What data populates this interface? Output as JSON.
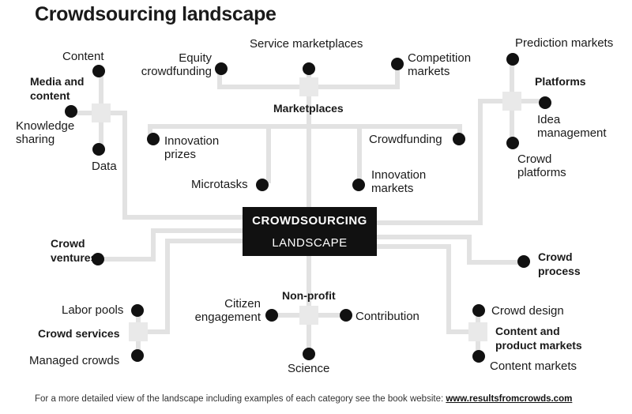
{
  "title": "Crowdsourcing landscape",
  "center": {
    "line1": "CROWDSOURCING",
    "line2": "LANDSCAPE"
  },
  "groups": {
    "media": "Media and\ncontent",
    "marketplaces": "Marketplaces",
    "platforms": "Platforms",
    "crowd_ventures": "Crowd\nventures",
    "crowd_process": "Crowd\nprocess",
    "crowd_services": "Crowd services",
    "nonprofit": "Non-profit",
    "content_product": "Content and\nproduct markets"
  },
  "items": {
    "content": "Content",
    "knowledge_sharing": "Knowledge\nsharing",
    "data": "Data",
    "equity_crowdfunding": "Equity\ncrowdfunding",
    "service_marketplaces": "Service marketplaces",
    "competition_markets": "Competition\nmarkets",
    "innovation_prizes": "Innovation\nprizes",
    "crowdfunding": "Crowdfunding",
    "microtasks": "Microtasks",
    "innovation_markets": "Innovation\nmarkets",
    "prediction_markets": "Prediction markets",
    "idea_management": "Idea\nmanagement",
    "crowd_platforms": "Crowd\nplatforms",
    "labor_pools": "Labor pools",
    "managed_crowds": "Managed crowds",
    "citizen_engagement": "Citizen\nengagement",
    "contribution": "Contribution",
    "science": "Science",
    "crowd_design": "Crowd design",
    "content_markets": "Content markets"
  },
  "footer": {
    "text": "For a more detailed view of the landscape including examples of each category see the book website: ",
    "url": "www.resultsfromcrowds.com"
  },
  "colors": {
    "connector": "#e2e2e2",
    "node": "#111111",
    "center_fill": "#111111"
  }
}
